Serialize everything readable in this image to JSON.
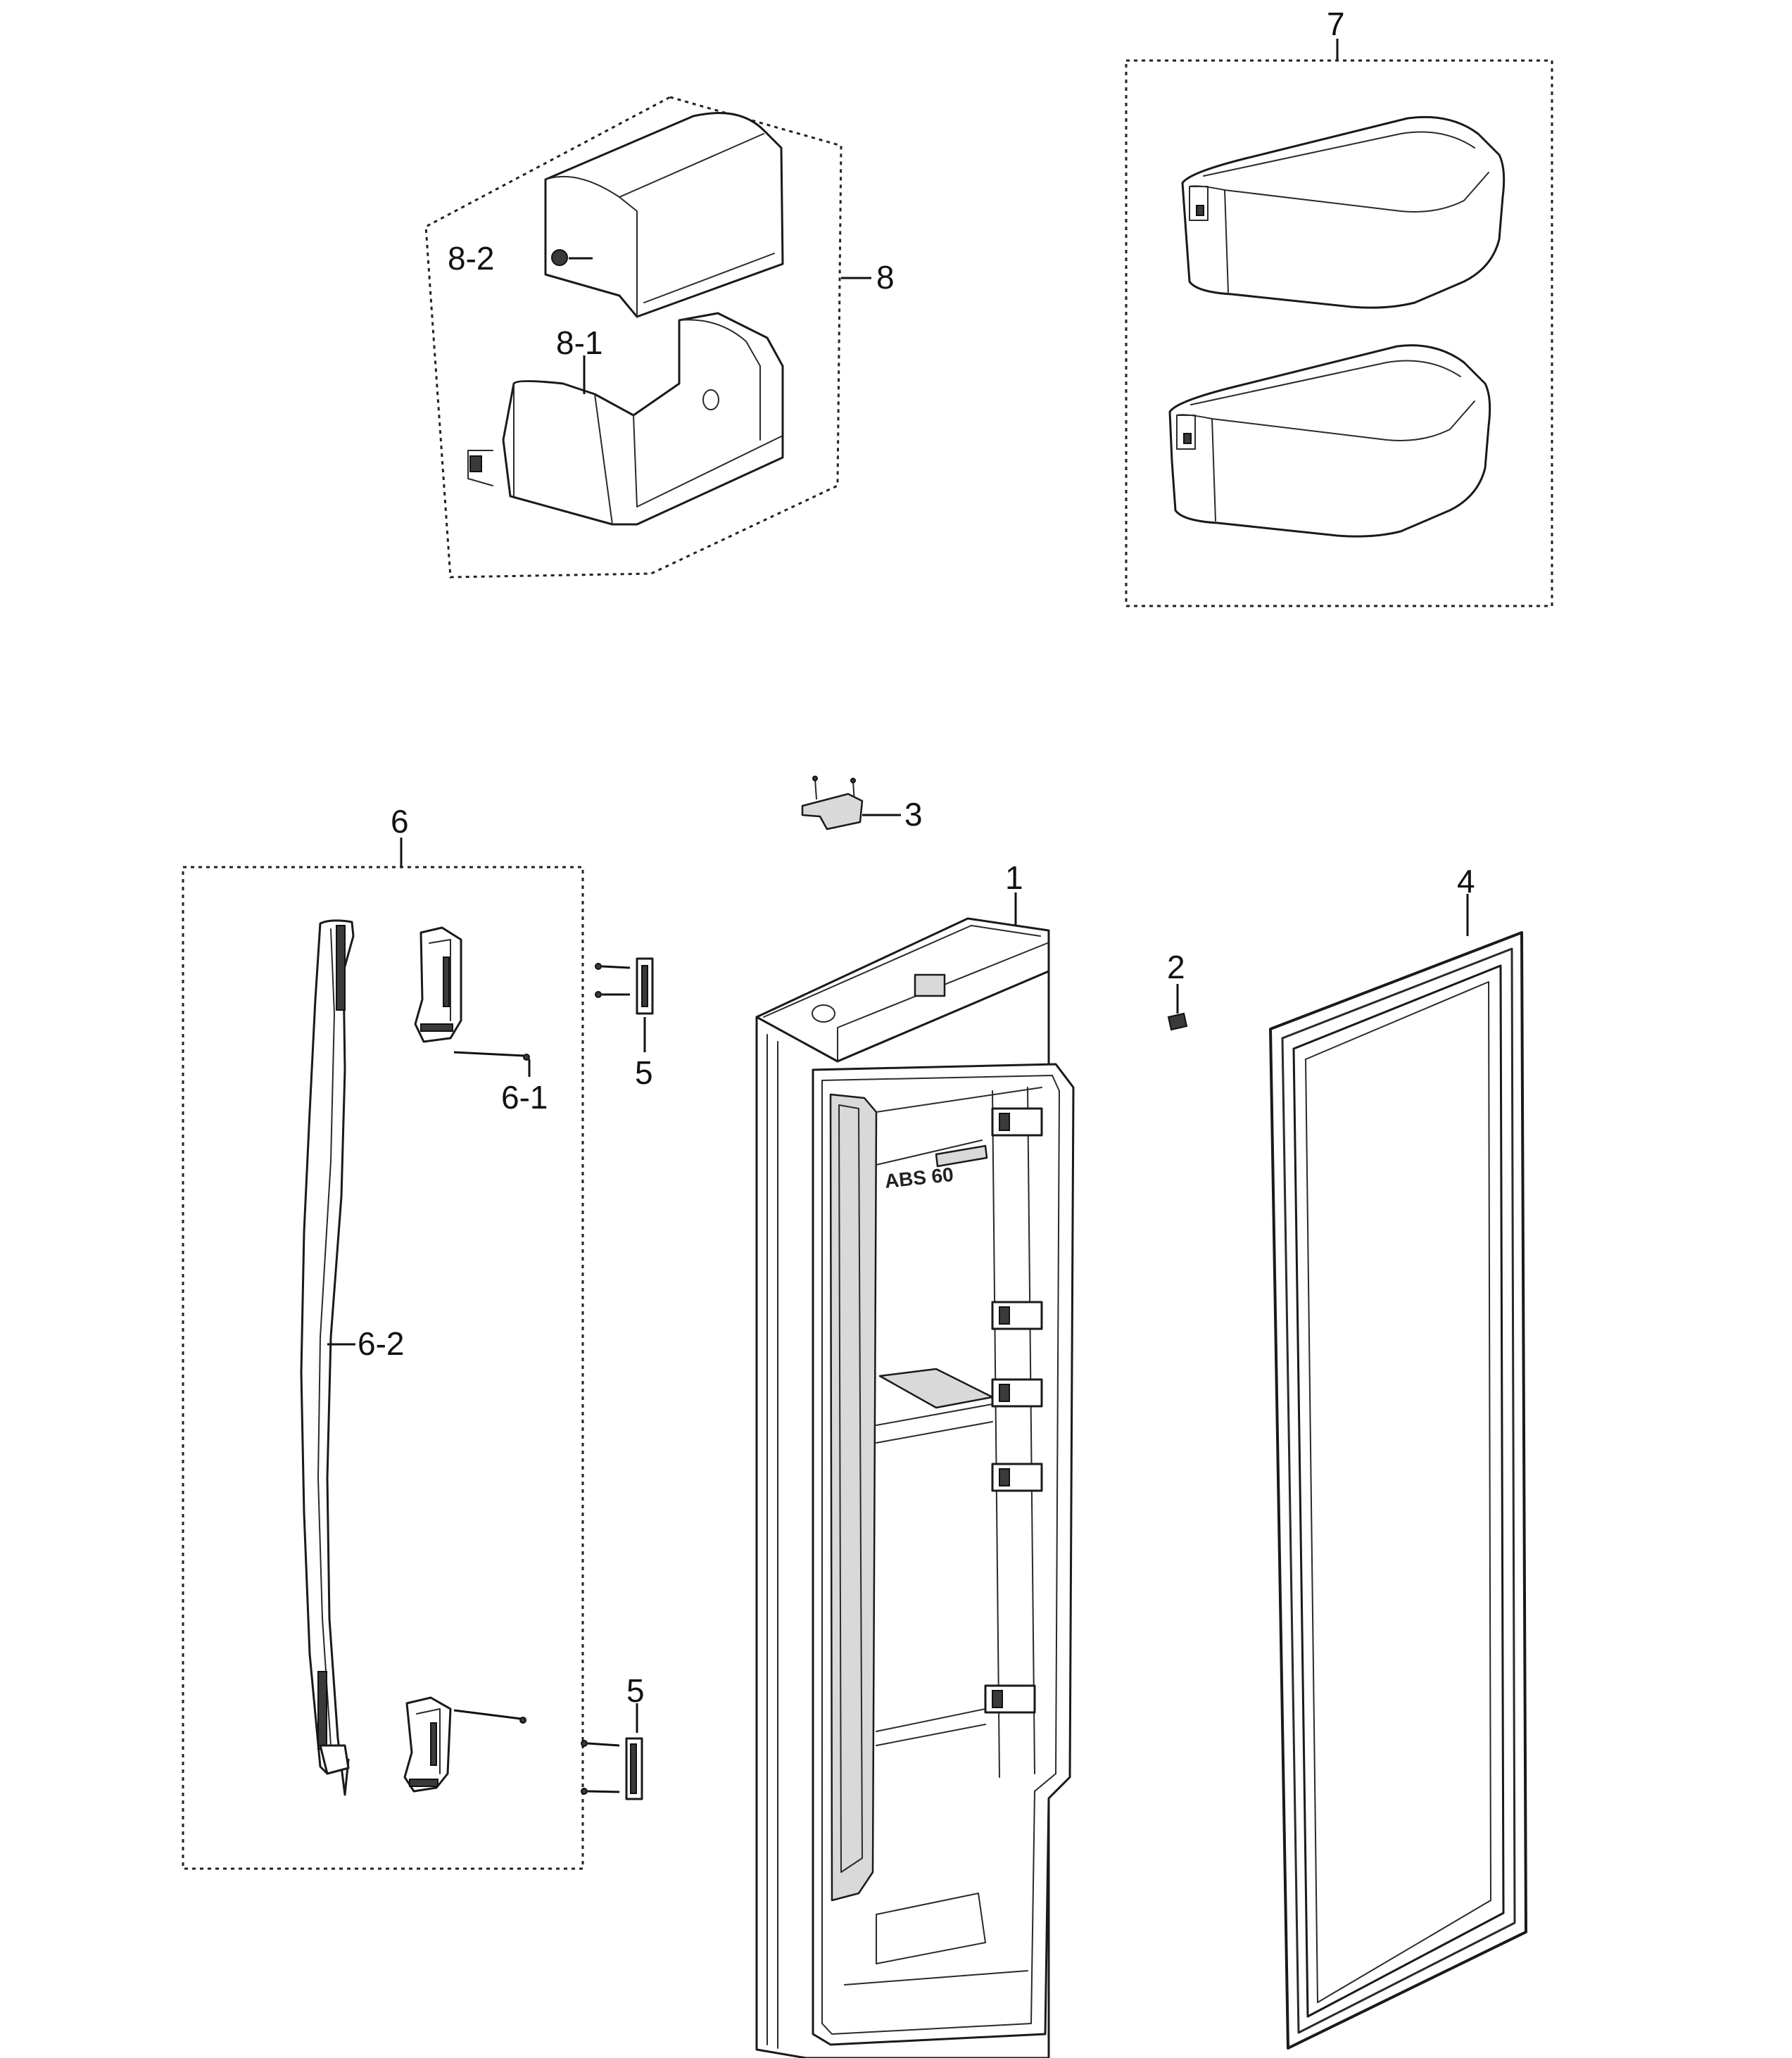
{
  "callouts": {
    "c1": "1",
    "c2": "2",
    "c3": "3",
    "c4": "4",
    "c5_upper": "5",
    "c5_lower": "5",
    "c6": "6",
    "c6_1": "6-1",
    "c6_2": "6-2",
    "c7": "7",
    "c8": "8",
    "c8_1": "8-1",
    "c8_2": "8-2"
  },
  "door_liner_marking": "ABS 60"
}
